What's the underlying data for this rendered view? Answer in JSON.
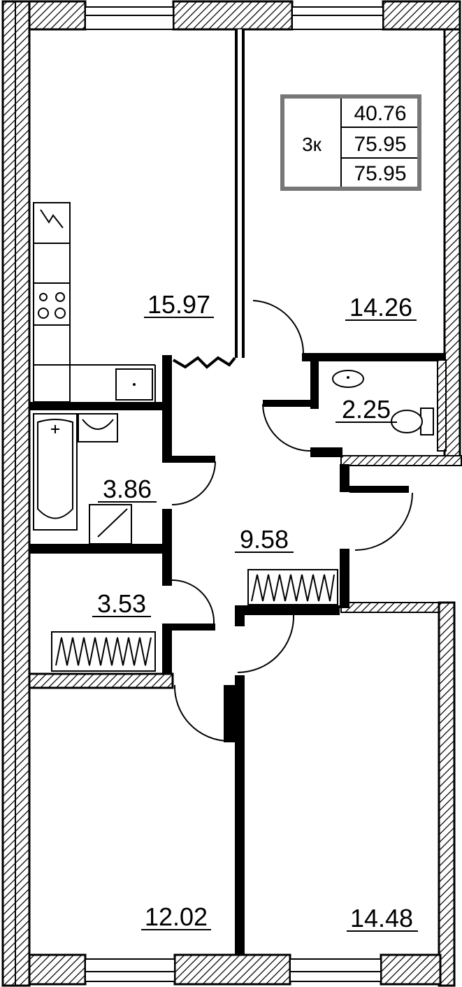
{
  "info_box": {
    "rooms": "3к",
    "living_area": "40.76",
    "total_area": "75.95",
    "total_area_with_balcony": "75.95"
  },
  "rooms": {
    "kitchen": "15.97",
    "bedroom_top_right": "14.26",
    "wc": "2.25",
    "bathroom": "3.86",
    "hall": "9.58",
    "storage": "3.53",
    "bedroom_bottom_left": "12.02",
    "bedroom_bottom_right": "14.48"
  }
}
